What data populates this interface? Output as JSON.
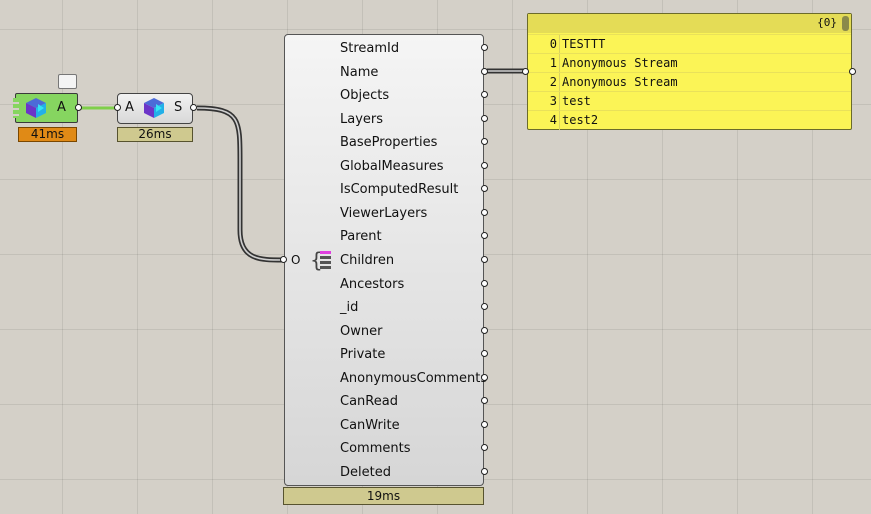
{
  "node_input": {
    "label": "A",
    "time": "41ms"
  },
  "node_conv": {
    "input": "A",
    "output": "S",
    "time": "26ms"
  },
  "node_expand": {
    "input_label": "O",
    "time": "19ms",
    "outputs": [
      "StreamId",
      "Name",
      "Objects",
      "Layers",
      "BaseProperties",
      "GlobalMeasures",
      "IsComputedResult",
      "ViewerLayers",
      "Parent",
      "Children",
      "Ancestors",
      "_id",
      "Owner",
      "Private",
      "AnonymousComments",
      "CanRead",
      "CanWrite",
      "Comments",
      "Deleted"
    ]
  },
  "panel": {
    "path": "{0}",
    "rows": [
      {
        "index": "0",
        "value": "TESTTT"
      },
      {
        "index": "1",
        "value": "Anonymous Stream"
      },
      {
        "index": "2",
        "value": "Anonymous Stream"
      },
      {
        "index": "3",
        "value": "test"
      },
      {
        "index": "4",
        "value": "test2"
      }
    ]
  },
  "colors": {
    "canvas": "#d4d0c8",
    "input_node": "#86d560",
    "input_time": "#e08a16",
    "component_time": "#cfc98f",
    "panel": "#fbf456"
  },
  "icons": {
    "component": "speckle-cube-icon",
    "input_icon": "braces-list-icon"
  }
}
